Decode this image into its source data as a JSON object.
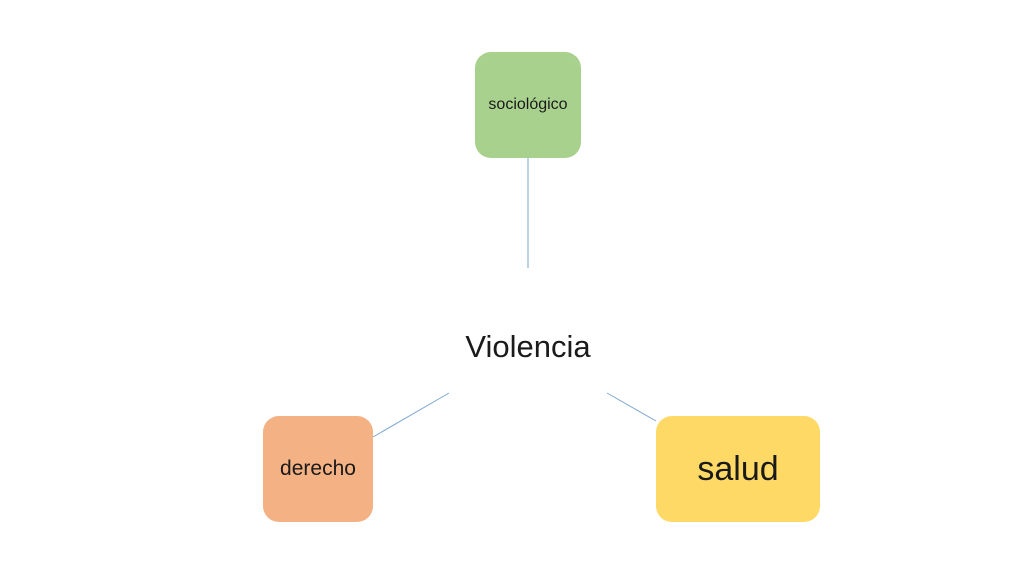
{
  "diagram": {
    "center": {
      "label": "Violencia"
    },
    "nodes": [
      {
        "id": "sociologico",
        "label": "sociológico",
        "color": "#a9d18e"
      },
      {
        "id": "derecho",
        "label": "derecho",
        "color": "#f4b183"
      },
      {
        "id": "salud",
        "label": "salud",
        "color": "#ffd966"
      }
    ],
    "connector_color": "#7ea6d4"
  }
}
